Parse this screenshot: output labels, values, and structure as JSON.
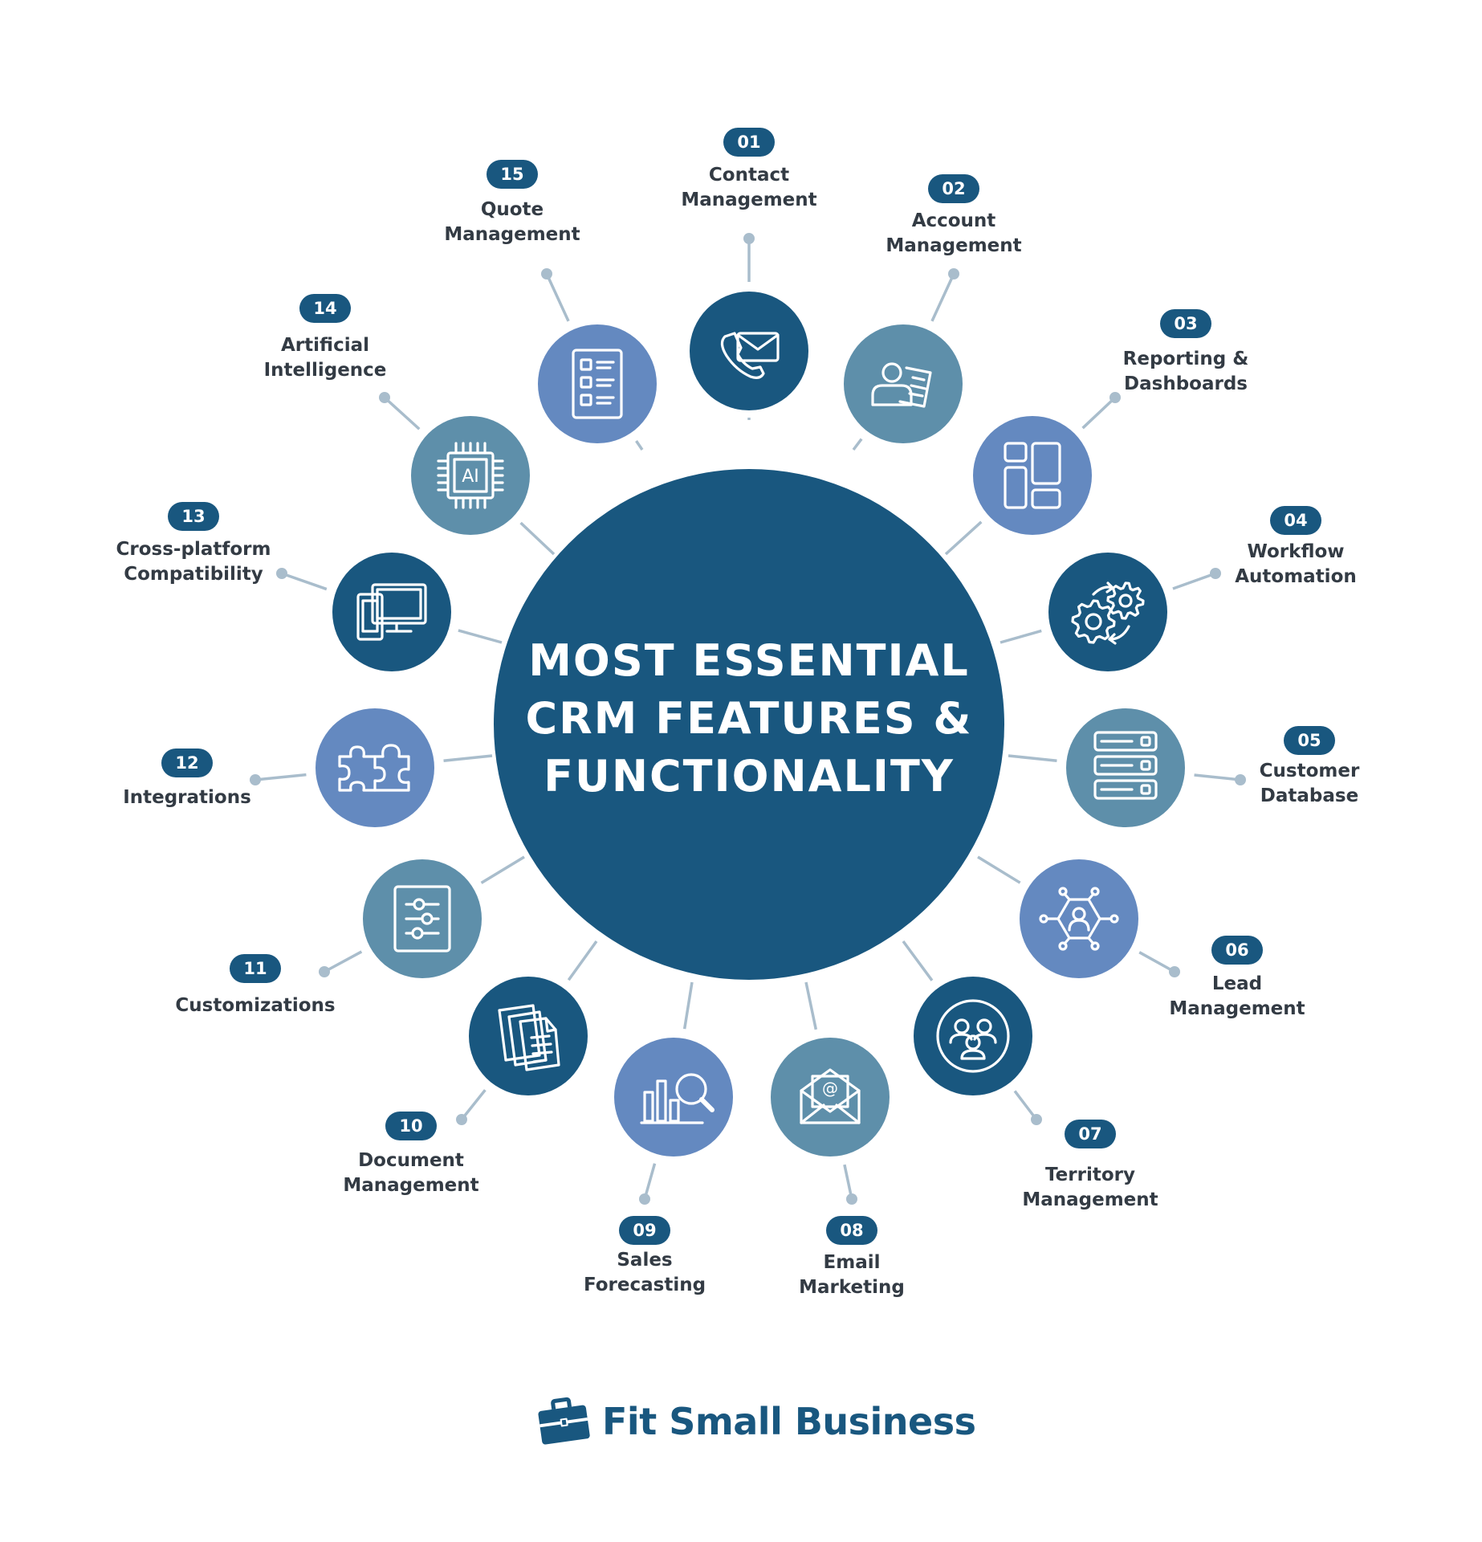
{
  "title_lines": [
    "MOST ESSENTIAL",
    "CRM FEATURES &",
    "FUNCTIONALITY"
  ],
  "brand": "Fit Small Business",
  "colors": {
    "dark": "#19577f",
    "teal": "#5e8faa",
    "blue": "#6489c0",
    "connector": "#a9bdcc",
    "label": "#333b44"
  },
  "features": [
    {
      "num": "01",
      "lines": [
        "Contact",
        "Management"
      ],
      "icon": "contact-management-icon",
      "color": "dark"
    },
    {
      "num": "02",
      "lines": [
        "Account",
        "Management"
      ],
      "icon": "account-management-icon",
      "color": "teal"
    },
    {
      "num": "03",
      "lines": [
        "Reporting &",
        "Dashboards"
      ],
      "icon": "dashboard-icon",
      "color": "blue"
    },
    {
      "num": "04",
      "lines": [
        "Workflow",
        "Automation"
      ],
      "icon": "gears-icon",
      "color": "dark"
    },
    {
      "num": "05",
      "lines": [
        "Customer",
        "Database"
      ],
      "icon": "database-icon",
      "color": "teal"
    },
    {
      "num": "06",
      "lines": [
        "Lead",
        "Management"
      ],
      "icon": "lead-network-icon",
      "color": "blue"
    },
    {
      "num": "07",
      "lines": [
        "Territory",
        "Management"
      ],
      "icon": "team-icon",
      "color": "dark"
    },
    {
      "num": "08",
      "lines": [
        "Email",
        "Marketing"
      ],
      "icon": "email-icon",
      "color": "teal"
    },
    {
      "num": "09",
      "lines": [
        "Sales",
        "Forecasting"
      ],
      "icon": "chart-search-icon",
      "color": "blue"
    },
    {
      "num": "10",
      "lines": [
        "Document",
        "Management"
      ],
      "icon": "documents-icon",
      "color": "dark"
    },
    {
      "num": "11",
      "lines": [
        "Customizations"
      ],
      "icon": "sliders-icon",
      "color": "teal"
    },
    {
      "num": "12",
      "lines": [
        "Integrations"
      ],
      "icon": "puzzle-icon",
      "color": "blue"
    },
    {
      "num": "13",
      "lines": [
        "Cross-platform",
        "Compatibility"
      ],
      "icon": "devices-icon",
      "color": "dark"
    },
    {
      "num": "14",
      "lines": [
        "Artificial",
        "Intelligence"
      ],
      "icon": "ai-chip-icon",
      "color": "teal",
      "icon_text": "AI"
    },
    {
      "num": "15",
      "lines": [
        "Quote",
        "Management"
      ],
      "icon": "quote-list-icon",
      "color": "blue"
    }
  ]
}
